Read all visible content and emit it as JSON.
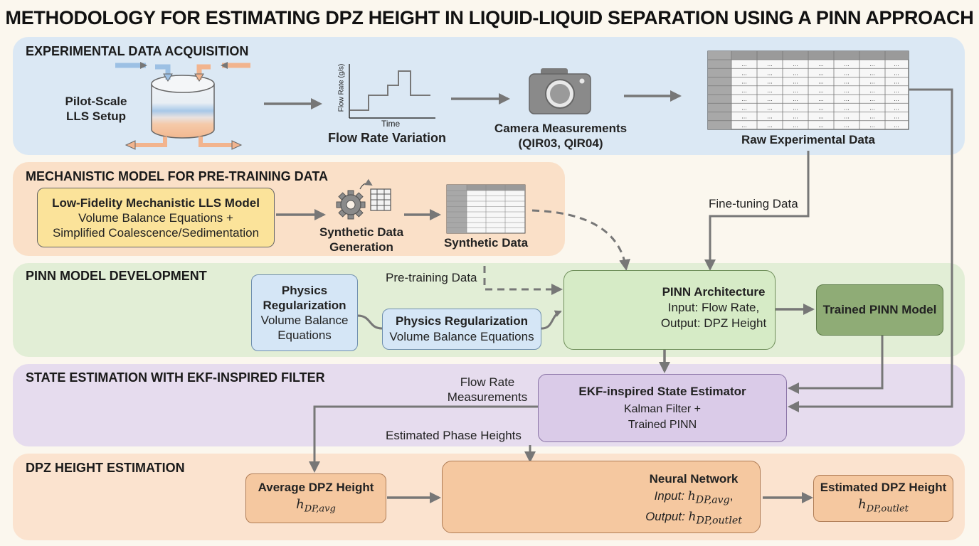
{
  "title": "METHODOLOGY FOR ESTIMATING DPZ HEIGHT IN LIQUID-LIQUID SEPARATION USING A PINN APPROACH",
  "sections": {
    "experimental": {
      "label": "EXPERIMENTAL DATA ACQUISITION",
      "pilot_line1": "Pilot-Scale",
      "pilot_line2": "LLS Setup",
      "plot_ylabel": "Flow Rate (g/s)",
      "plot_xlabel": "Time",
      "flow_rate_variation": "Flow Rate Variation",
      "camera_line1": "Camera Measurements",
      "camera_line2": "(QIR03, QIR04)",
      "raw_data": "Raw Experimental Data",
      "cell_text": "..."
    },
    "mechanistic": {
      "label": "MECHANISTIC MODEL FOR PRE-TRAINING DATA",
      "model_title": "Low-Fidelity Mechanistic LLS Model",
      "model_line2": "Volume Balance Equations +",
      "model_line3": "Simplified Coalescence/Sedimentation",
      "synth_gen_line1": "Synthetic Data",
      "synth_gen_line2": "Generation",
      "synth_data": "Synthetic Data",
      "finetune_label": "Fine-tuning Data"
    },
    "pinn": {
      "label": "PINN MODEL DEVELOPMENT",
      "pretrain_label": "Pre-training Data",
      "phys1_title_line1": "Physics",
      "phys1_title_line2": "Regularization",
      "phys1_line1": "Volume Balance",
      "phys1_line2": "Equations",
      "phys2_title": "Physics Regularization",
      "phys2_line": "Volume Balance Equations",
      "arch_title": "PINN Architecture",
      "arch_input": "Input: Flow Rate,",
      "arch_output": "Output: DPZ Height",
      "trained": "Trained PINN Model"
    },
    "state": {
      "label": "STATE ESTIMATION WITH EKF-INSPIRED FILTER",
      "flow_meas_line1": "Flow Rate",
      "flow_meas_line2": "Measurements",
      "ekf_title": "EKF-inspired State Estimator",
      "ekf_line1": "Kalman Filter +",
      "ekf_line2": "Trained PINN",
      "est_phase": "Estimated Phase Heights"
    },
    "dpz": {
      "label": "DPZ HEIGHT ESTIMATION",
      "avg_title": "Average DPZ Height",
      "avg_sym": "h",
      "avg_sub": "DP,avg",
      "nn_title": "Neural Network",
      "nn_input": "Input: ",
      "nn_input_sym": "h",
      "nn_input_sub": "DP,avg",
      "nn_input_end": ",",
      "nn_output": "Output: ",
      "nn_output_sym": "h",
      "nn_output_sub": "DP,outlet",
      "est_title": "Estimated DPZ Height",
      "est_sym": "h",
      "est_sub": "DP,outlet"
    }
  },
  "colors": {
    "band_blue": "#dbe8f4",
    "band_orange": "#fae0c8",
    "band_green": "#e2eed6",
    "band_purple": "#e6dcee",
    "band_peach": "#fbe3cf",
    "box_yellow": "#fbe39a",
    "box_blue": "#d5e6f6",
    "box_green": "#d6ebc6",
    "box_darkgreen": "#8fac76",
    "box_lavender": "#dacbe8",
    "box_peach": "#f5c8a0",
    "arrow_gray": "#777777"
  }
}
